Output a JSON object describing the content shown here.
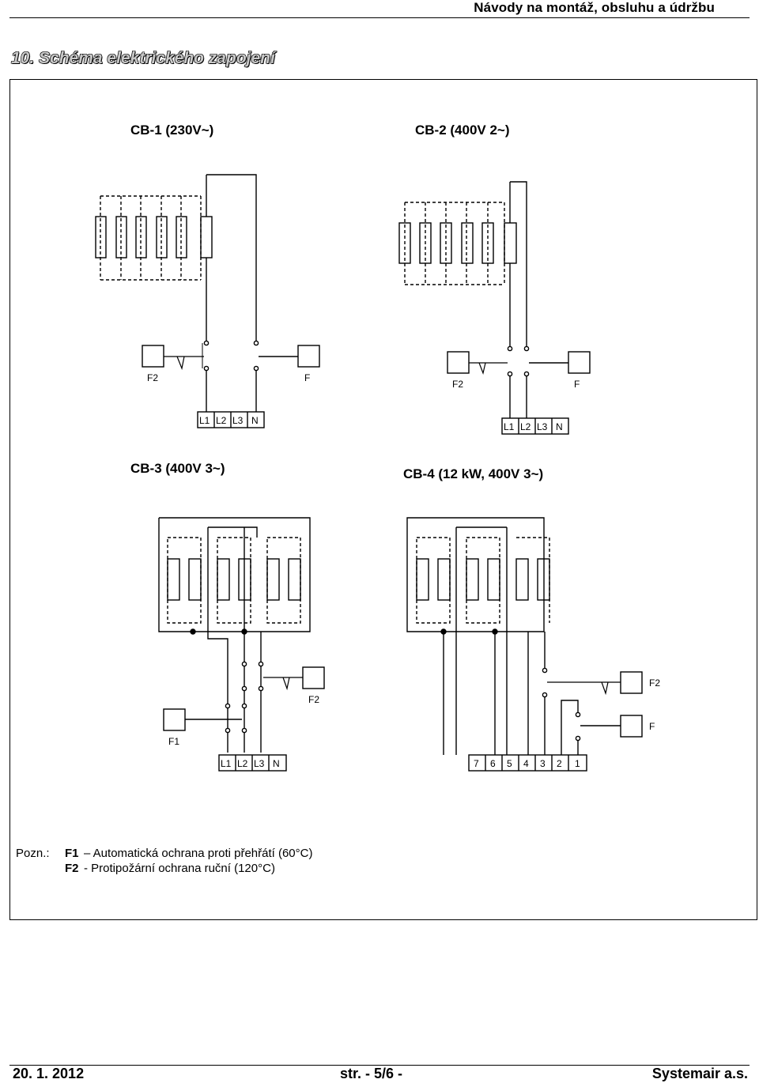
{
  "header": {
    "right_title": "Návody na montáž, obsluhu a údržbu"
  },
  "section_title": "10. Schéma elektrického zapojení",
  "diagrams": {
    "cb1": {
      "title": "CB-1 (230V~)",
      "label_f2": "F2",
      "label_f": "F",
      "terminals": [
        "L1",
        "L2",
        "L3",
        "N"
      ]
    },
    "cb2": {
      "title": "CB-2 (400V 2~)",
      "label_f2": "F2",
      "label_f": "F",
      "terminals": [
        "L1",
        "L2",
        "L3",
        "N"
      ]
    },
    "cb3": {
      "title": "CB-3 (400V 3~)",
      "label_f2": "F2",
      "label_f1": "F1",
      "terminals": [
        "L1",
        "L2",
        "L3",
        "N"
      ]
    },
    "cb4": {
      "title": "CB-4 (12 kW, 400V 3~)",
      "label_f2": "F2",
      "label_f": "F",
      "terminals": [
        "7",
        "6",
        "5",
        "4",
        "3",
        "2",
        "1"
      ]
    }
  },
  "notes": {
    "prefix": "Pozn.:",
    "f1_code": "F1",
    "f1_text": "– Automatická ochrana proti přehřátí (60°C)",
    "f2_code": "F2",
    "f2_text": "- Protipožární ochrana ruční (120°C)"
  },
  "footer": {
    "date": "20. 1. 2012",
    "page": "str. - 5/6 -",
    "company": "Systemair a.s."
  }
}
